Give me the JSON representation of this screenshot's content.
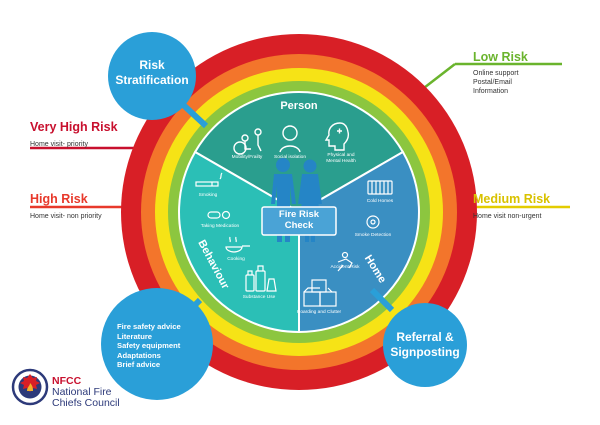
{
  "colors": {
    "red": "#d81f26",
    "orange": "#f3752b",
    "yellow": "#f6e316",
    "green": "#8cc63f",
    "blue": "#2a9fd8",
    "person": "#2a9e8e",
    "home": "#3a8fc2",
    "behaviour": "#2bbfb6"
  },
  "risk_levels": {
    "very_high": {
      "title": "Very High Risk",
      "desc": "Home visit- priority",
      "color": "#c8102e"
    },
    "high": {
      "title": "High Risk",
      "desc": "Home visit- non priority",
      "color": "#e8392b"
    },
    "low": {
      "title": "Low Risk",
      "desc_lines": [
        "Online support",
        "Postal/Email",
        "Information"
      ],
      "color": "#6ab42d"
    },
    "medium": {
      "title": "Medium Risk",
      "desc": "Home visit non-urgent",
      "color": "#d9c200"
    }
  },
  "callouts": {
    "stratification": [
      "Risk",
      "Stratification"
    ],
    "referral": [
      "Referral &",
      "Signposting"
    ],
    "advice": [
      "Fire safety advice",
      "Literature",
      "Safety equipment",
      "Adaptations",
      "Brief advice"
    ]
  },
  "segments": {
    "person": {
      "title": "Person",
      "items": [
        {
          "label": "Mobility/Frailty",
          "icon": "wheelchair-icon"
        },
        {
          "label": "Social isolation",
          "icon": "person-head-icon"
        },
        {
          "label": "Physical and Mental Health",
          "icon": "head-health-icon"
        }
      ]
    },
    "home": {
      "title": "Home",
      "items": [
        {
          "label": "Cold Homes",
          "icon": "radiator-icon"
        },
        {
          "label": "Smoke Detection",
          "icon": "smoke-alarm-icon"
        },
        {
          "label": "Accident Risk",
          "icon": "fall-icon"
        },
        {
          "label": "Hoarding and Clutter",
          "icon": "boxes-icon"
        }
      ]
    },
    "behaviour": {
      "title": "Behaviour",
      "items": [
        {
          "label": "Smoking",
          "icon": "cigarette-icon"
        },
        {
          "label": "Taking Medication",
          "icon": "pill-icon"
        },
        {
          "label": "Cooking",
          "icon": "pan-icon"
        },
        {
          "label": "Substance Use",
          "icon": "bottles-icon"
        }
      ]
    }
  },
  "center": {
    "label_lines": [
      "Fire Risk",
      "Check"
    ]
  },
  "brand": {
    "abbr": "NFCC",
    "line1": "National Fire",
    "line2": "Chiefs Council"
  }
}
